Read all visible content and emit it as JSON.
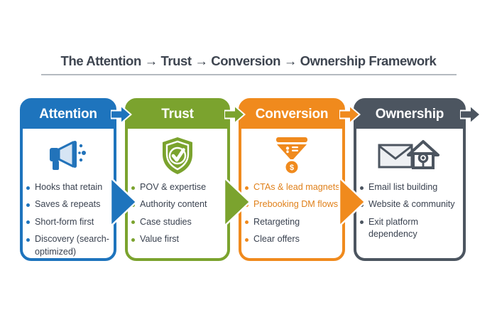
{
  "title": {
    "text": "The Attention → Trust → Conversion → Ownership Framework"
  },
  "cards": [
    {
      "label": "Attention",
      "color": "#1e74bd",
      "icon": "megaphone-icon",
      "items": [
        {
          "text": "Hooks that retain"
        },
        {
          "text": "Saves & repeats"
        },
        {
          "text": "Short-form first"
        },
        {
          "text": "Discovery (search-optimized)"
        }
      ]
    },
    {
      "label": "Trust",
      "color": "#7ba32e",
      "icon": "shield-check-icon",
      "items": [
        {
          "text": "POV & expertise"
        },
        {
          "text": "Authority content"
        },
        {
          "text": "Case studies"
        },
        {
          "text": "Value first"
        }
      ]
    },
    {
      "label": "Conversion",
      "color": "#f08a1d",
      "icon": "funnel-dollar-icon",
      "items": [
        {
          "text": "CTAs & lead magnets",
          "emphasis": true
        },
        {
          "text": "Prebooking DM flows",
          "emphasis": true
        },
        {
          "text": "Retargeting"
        },
        {
          "text": "Clear offers"
        }
      ]
    },
    {
      "label": "Ownership",
      "color": "#4c5560",
      "icon": "email-house-icon",
      "items": [
        {
          "text": "Email list building"
        },
        {
          "text": "Website & community"
        },
        {
          "text": "Exit platform dependency"
        }
      ]
    }
  ],
  "emphasis_text_color": "#e0801a",
  "title_text_color": "#3e4550",
  "body_text_color": "#3a4250"
}
